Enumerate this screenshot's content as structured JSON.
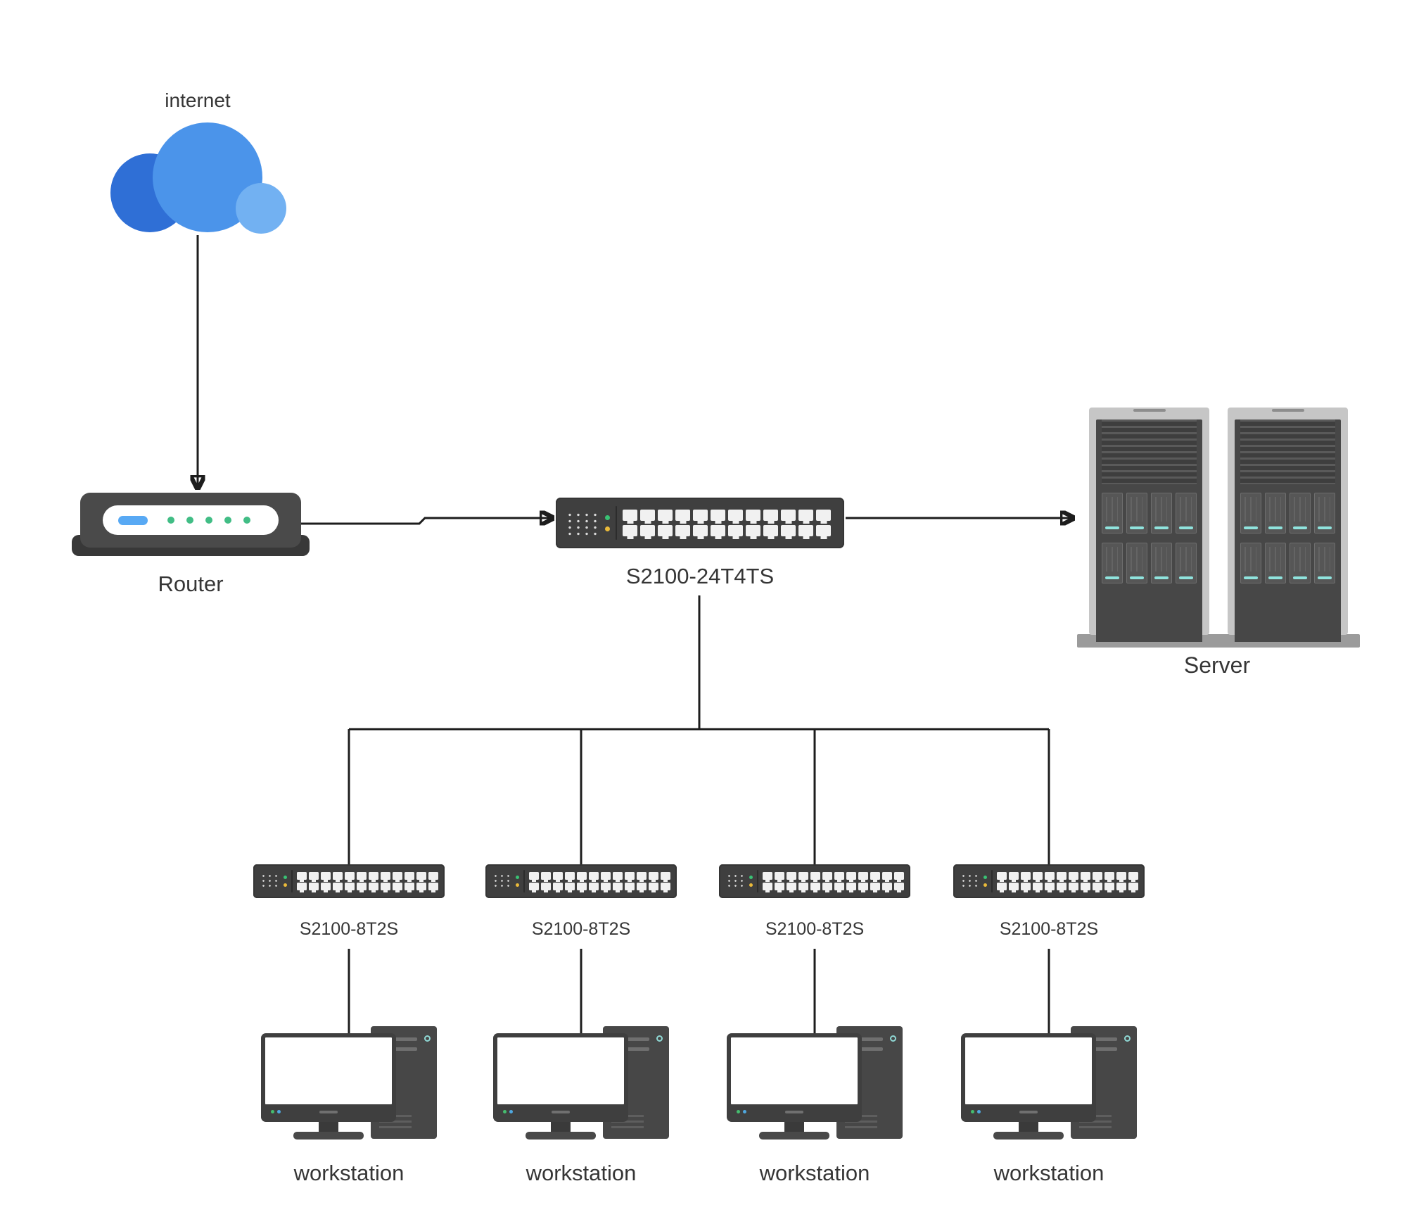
{
  "nodes": {
    "internet": {
      "label": "internet"
    },
    "router": {
      "label": "Router"
    },
    "core_switch": {
      "label": "S2100-24T4TS"
    },
    "server": {
      "label": "Server"
    },
    "access_switches": [
      {
        "label": "S2100-8T2S"
      },
      {
        "label": "S2100-8T2S"
      },
      {
        "label": "S2100-8T2S"
      },
      {
        "label": "S2100-8T2S"
      }
    ],
    "workstations": [
      {
        "label": "workstation"
      },
      {
        "label": "workstation"
      },
      {
        "label": "workstation"
      },
      {
        "label": "workstation"
      }
    ]
  },
  "edges": [
    {
      "from": "internet",
      "to": "router",
      "arrow": true
    },
    {
      "from": "router",
      "to": "core_switch",
      "arrow": true
    },
    {
      "from": "core_switch",
      "to": "server",
      "arrow": true
    },
    {
      "from": "core_switch",
      "to": "access_switch_1",
      "arrow": false
    },
    {
      "from": "core_switch",
      "to": "access_switch_2",
      "arrow": false
    },
    {
      "from": "core_switch",
      "to": "access_switch_3",
      "arrow": false
    },
    {
      "from": "core_switch",
      "to": "access_switch_4",
      "arrow": false
    },
    {
      "from": "access_switch_1",
      "to": "workstation_1",
      "arrow": false
    },
    {
      "from": "access_switch_2",
      "to": "workstation_2",
      "arrow": false
    },
    {
      "from": "access_switch_3",
      "to": "workstation_3",
      "arrow": false
    },
    {
      "from": "access_switch_4",
      "to": "workstation_4",
      "arrow": false
    }
  ],
  "colors": {
    "cloud_dark": "#2f6fd6",
    "cloud_main": "#4b94ea",
    "cloud_light": "#72b1f2",
    "device_body": "#424242",
    "router_dash": "#58a9f4",
    "router_led_green": "#41bd85",
    "switch_led_green": "#39c274",
    "switch_led_yellow": "#eaba3a",
    "port_fill": "#f1f1f1",
    "server_drive_light": "#8fe3dd",
    "connector": "#1d1d1d",
    "label_text": "#363636"
  }
}
